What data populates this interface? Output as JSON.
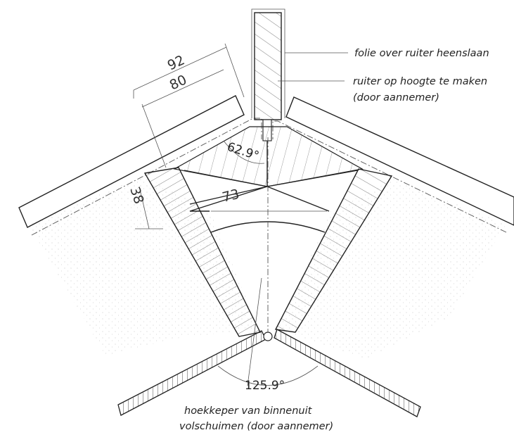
{
  "dimensions": {
    "total_width": "92",
    "inner_width": "80",
    "depth": "38",
    "cross": "73"
  },
  "angles": {
    "top": "62.9°",
    "bottom": "125.9°"
  },
  "annotations": {
    "foil": "folie over ruiter heenslaan",
    "ruiter_line1": "ruiter op hoogte te maken",
    "ruiter_line2": "(door aannemer)",
    "hip_line1": "hoekkeper van binnenuit",
    "hip_line2": "volschuimen (door aannemer)"
  },
  "colors": {
    "line": "#222222",
    "fill_hatch": "#444444",
    "stipple": "#bbbbbb"
  }
}
